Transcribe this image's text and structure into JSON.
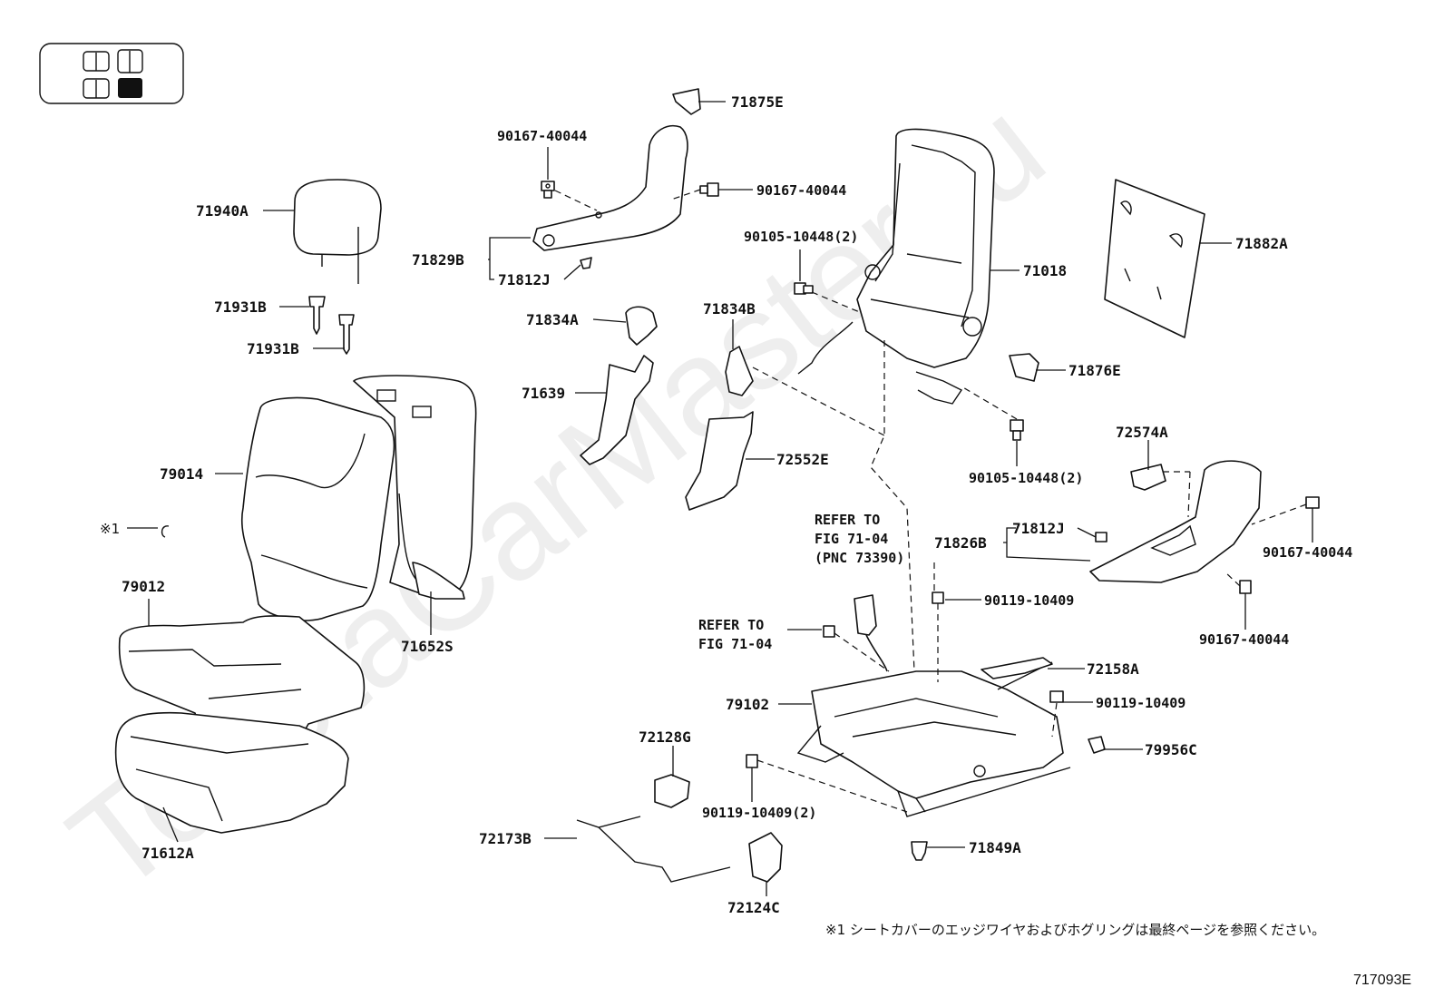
{
  "watermark": "ToyotaCarMaster.ru",
  "labels": {
    "p71875E": "71875E",
    "p90167_40044_a": "90167-40044",
    "p90167_40044_b": "90167-40044",
    "p71940A": "71940A",
    "p71829B": "71829B",
    "p71812J_a": "71812J",
    "p90105_10448_a": "90105-10448(2)",
    "p71018": "71018",
    "p71882A": "71882A",
    "p71931B_a": "71931B",
    "p71931B_b": "71931B",
    "p71834A": "71834A",
    "p71834B": "71834B",
    "p71876E": "71876E",
    "p71639": "71639",
    "p90105_10448_b": "90105-10448(2)",
    "p72574A": "72574A",
    "p79014": "79014",
    "p72552E": "72552E",
    "p_note_mark": "※1",
    "p71812J_b": "71812J",
    "p71826B": "71826B",
    "p90167_40044_c": "90167-40044",
    "p79012": "79012",
    "p90119_10409_a": "90119-10409",
    "p71652S": "71652S",
    "p90167_40044_d": "90167-40044",
    "p72158A": "72158A",
    "p79102": "79102",
    "p90119_10409_b": "90119-10409",
    "p72128G": "72128G",
    "p79956C": "79956C",
    "p90119_10409_c": "90119-10409(2)",
    "p72173B": "72173B",
    "p71849A": "71849A",
    "p71612A": "71612A",
    "p72124C": "72124C"
  },
  "refs": {
    "ref1_line1": "REFER TO",
    "ref1_line2": "FIG 71-04",
    "ref1_line3": "(PNC 73390)",
    "ref2_line1": "REFER TO",
    "ref2_line2": "FIG 71-04"
  },
  "footnote": "※1 シートカバーのエッジワイヤおよびホグリングは最終ページを参照ください。",
  "figure_code": "717093E"
}
